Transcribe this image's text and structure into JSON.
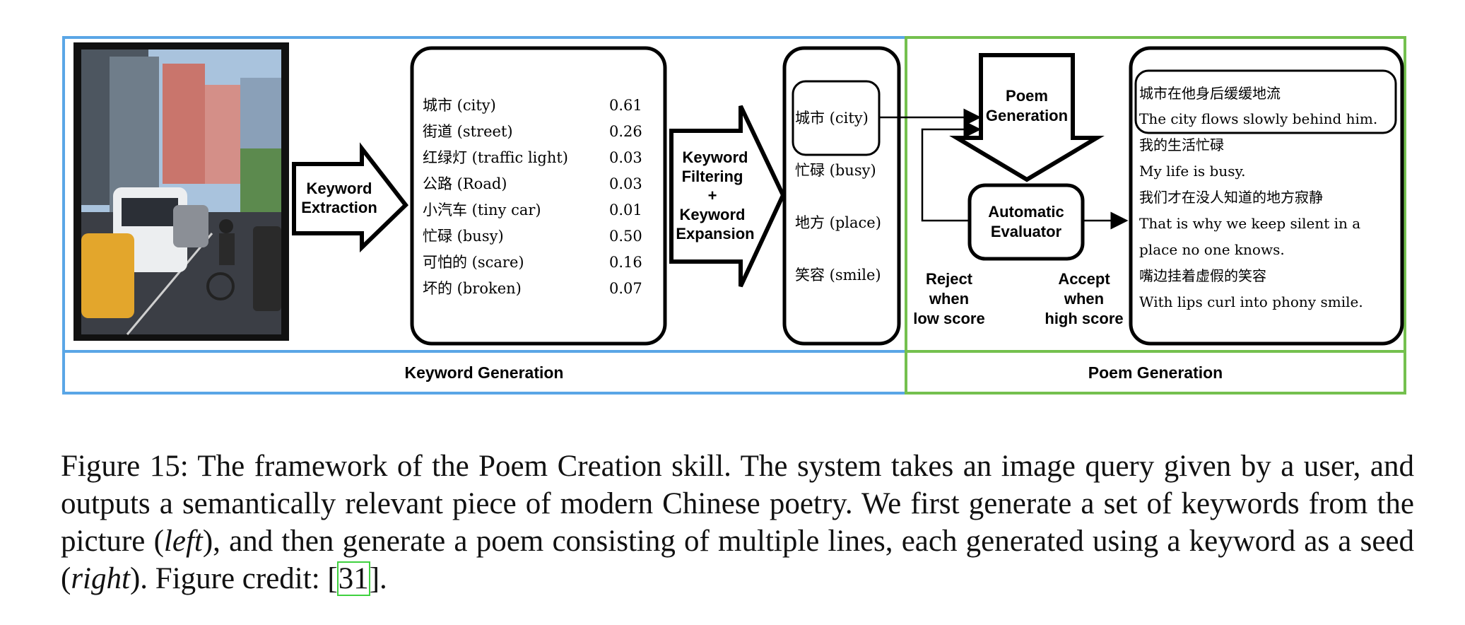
{
  "figure": {
    "colors": {
      "keyword_frame": "#5aa6e6",
      "poem_frame": "#74c04e",
      "ink": "#000000"
    },
    "photo": {
      "description_icon": "street-photo-icon"
    },
    "extraction_label": [
      "Keyword",
      "Extraction"
    ],
    "keywords": [
      {
        "term": "城市 (city)",
        "score": "0.61"
      },
      {
        "term": "街道 (street)",
        "score": "0.26"
      },
      {
        "term": "红绿灯 (traffic light)",
        "score": "0.03"
      },
      {
        "term": "公路 (Road)",
        "score": "0.03"
      },
      {
        "term": "小汽车 (tiny car)",
        "score": "0.01"
      },
      {
        "term": "忙碌 (busy)",
        "score": "0.50"
      },
      {
        "term": "可怕的 (scare)",
        "score": "0.16"
      },
      {
        "term": "坏的 (broken)",
        "score": "0.07"
      }
    ],
    "filter_label": [
      "Keyword",
      "Filtering",
      "+",
      "Keyword",
      "Expansion"
    ],
    "selected_keywords": [
      "城市 (city)",
      "忙碌 (busy)",
      "地方 (place)",
      "笑容 (smile)"
    ],
    "poem_generation_arrow": [
      "Poem",
      "Generation"
    ],
    "evaluator": [
      "Automatic",
      "Evaluator"
    ],
    "reject": [
      "Reject",
      "when",
      "low score"
    ],
    "accept": [
      "Accept",
      "when",
      "high score"
    ],
    "poem_lines": [
      "城市在他身后缓缓地流",
      "The city flows slowly behind him.",
      "我的生活忙碌",
      "My life is busy.",
      "我们才在没人知道的地方寂静",
      "That is why we keep silent in a",
      "place no one knows.",
      "嘴边挂着虚假的笑容",
      "With lips curl into phony smile."
    ],
    "section_left": "Keyword Generation",
    "section_right": "Poem Generation"
  },
  "caption": {
    "prefix": "Figure 15: The framework of the Poem Creation skill. The system takes an image query given by a user, and outputs a semantically relevant piece of modern Chinese poetry. We first generate a set of keywords from the picture (",
    "left_word": "left",
    "middle": "), and then generate a poem consisting of multiple lines, each generated using a keyword as a seed (",
    "right_word": "right",
    "before_ref": "). Figure credit: [",
    "ref": "31",
    "suffix": "]."
  }
}
